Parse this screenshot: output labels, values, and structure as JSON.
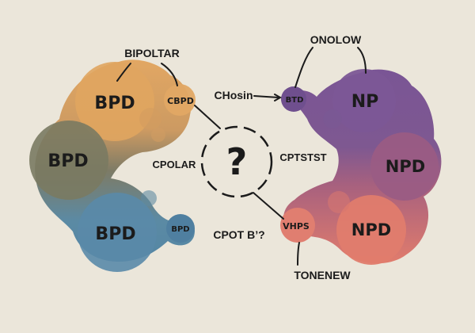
{
  "colors": {
    "background": "#ebe6da",
    "orange": "#e0a260",
    "olive": "#7a7a62",
    "blue": "#5d8aa6",
    "purple": "#7c5894",
    "mauve": "#9a5c84",
    "coral": "#e07b6e",
    "ink": "#1b1b1b"
  },
  "left_cluster": {
    "top_node": "BPD",
    "top_small_node": "CBPD",
    "middle_node": "BPD",
    "bottom_node": "BPD",
    "bottom_small_node": "BPD"
  },
  "right_cluster": {
    "small_node": "BTD",
    "top_node": "NP",
    "middle_node": "NPD",
    "bottom_node": "NPD",
    "bottom_small_node": "VHPS"
  },
  "center": {
    "symbol": "?"
  },
  "annotations": {
    "bipoltar": "BIPOLTAR",
    "onolow": "ONOLOW",
    "chosin": "CHosin",
    "cpolar": "CPOLAR",
    "cptstst": "CPTSTST",
    "cpot": "CPOT B’?",
    "tonenew": "TONENEW"
  }
}
